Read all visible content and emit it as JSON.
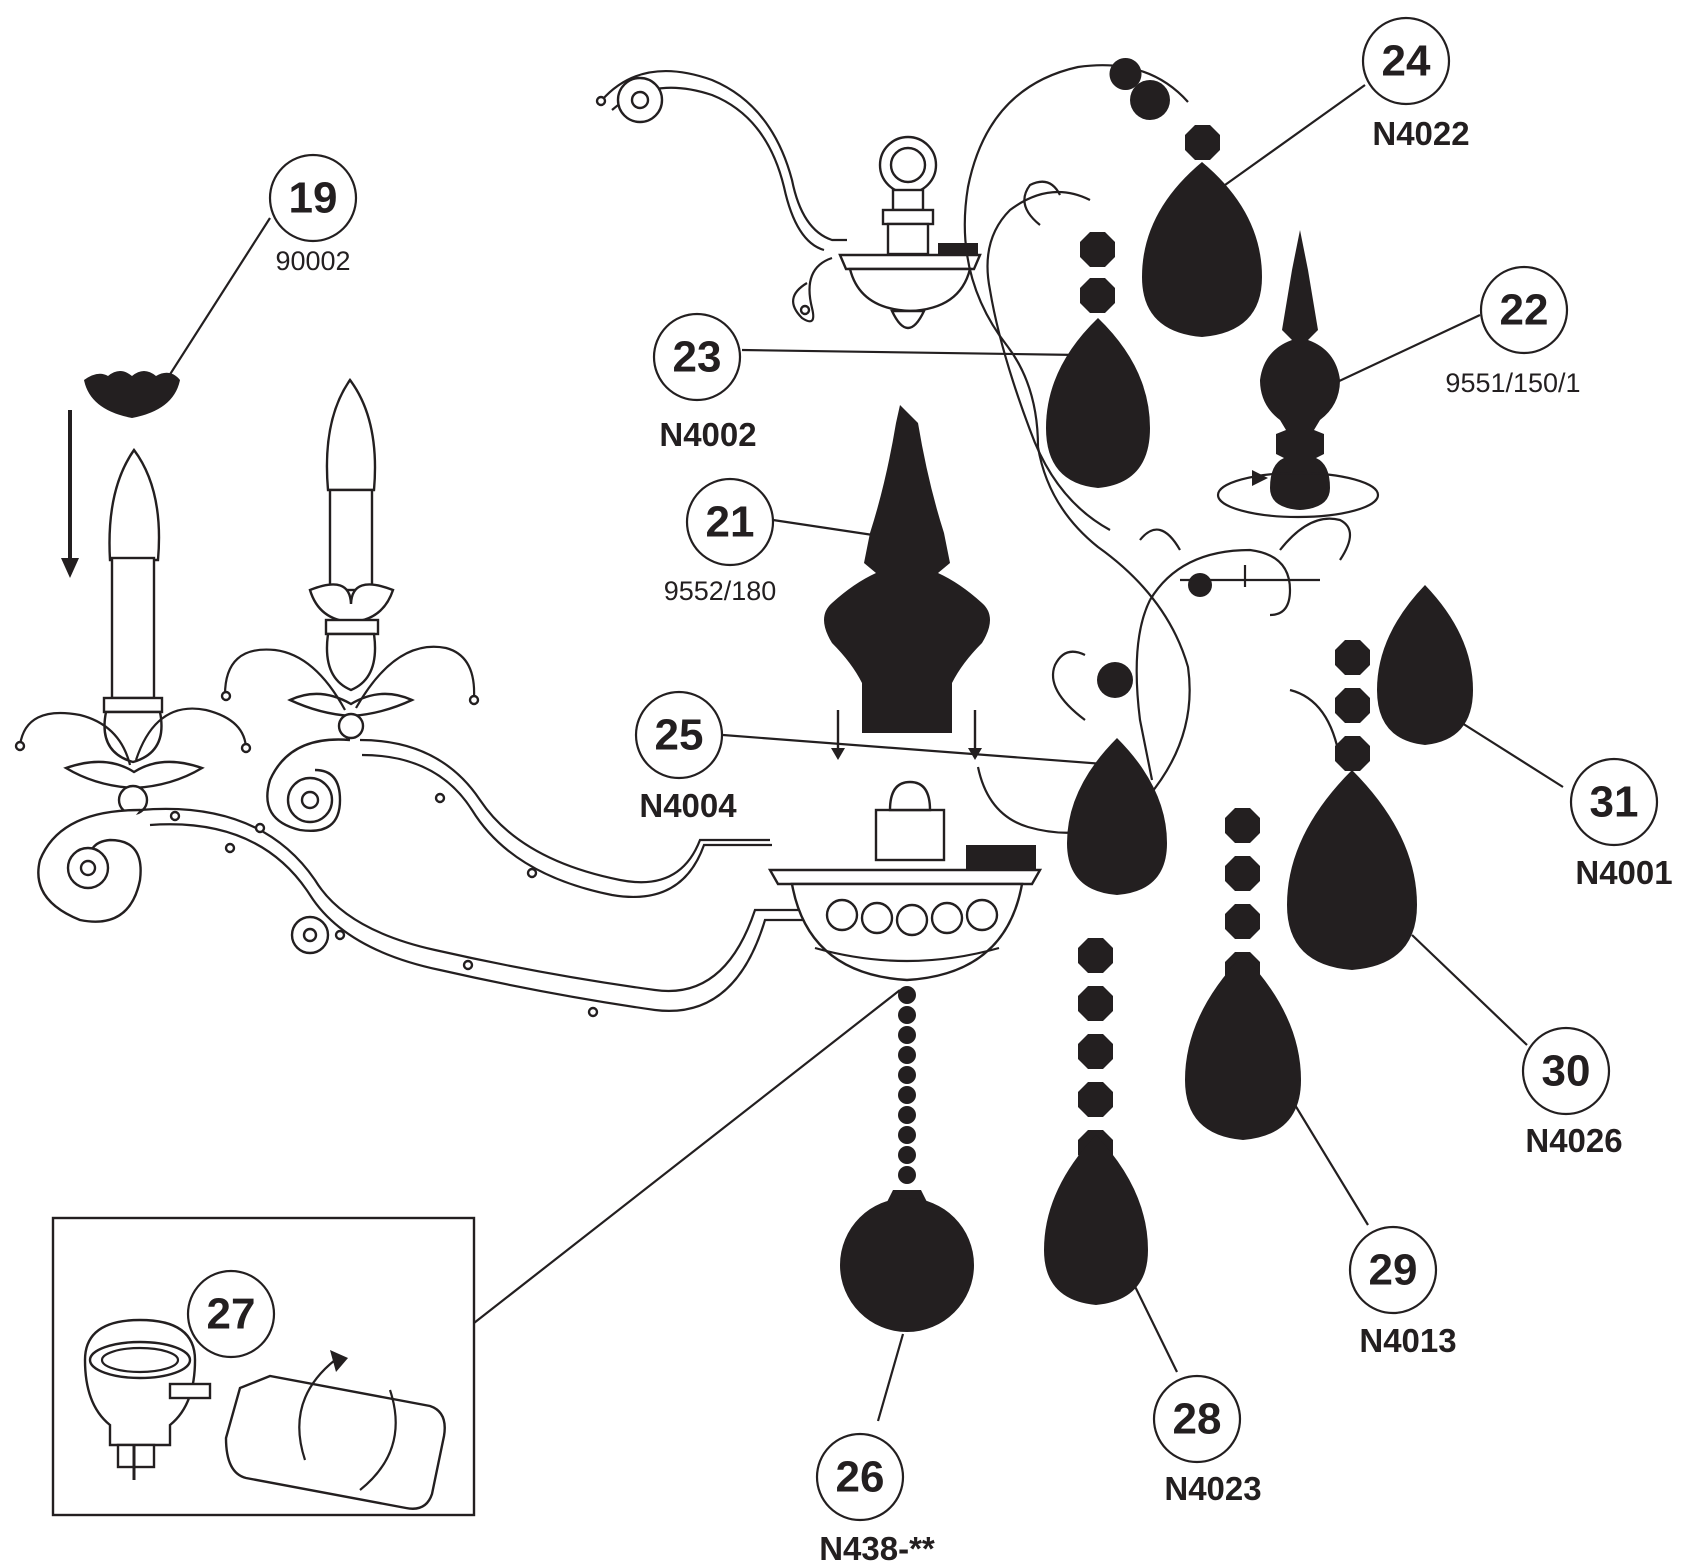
{
  "parts": [
    {
      "num": "19",
      "code": "90002",
      "code_style": "plain"
    },
    {
      "num": "21",
      "code": "9552/180",
      "code_style": "plain"
    },
    {
      "num": "22",
      "code": "9551/150/1",
      "code_style": "plain"
    },
    {
      "num": "23",
      "code": "N4002",
      "code_style": "bold"
    },
    {
      "num": "24",
      "code": "N4022",
      "code_style": "bold"
    },
    {
      "num": "25",
      "code": "N4004",
      "code_style": "bold"
    },
    {
      "num": "26",
      "code": "N438-**",
      "code_style": "bold"
    },
    {
      "num": "27",
      "code": "",
      "code_style": "none"
    },
    {
      "num": "28",
      "code": "N4023",
      "code_style": "bold"
    },
    {
      "num": "29",
      "code": "N4013",
      "code_style": "bold"
    },
    {
      "num": "30",
      "code": "N4026",
      "code_style": "bold"
    },
    {
      "num": "31",
      "code": "N4001",
      "code_style": "bold"
    }
  ],
  "colors": {
    "ink": "#231f20",
    "background": "#ffffff"
  }
}
